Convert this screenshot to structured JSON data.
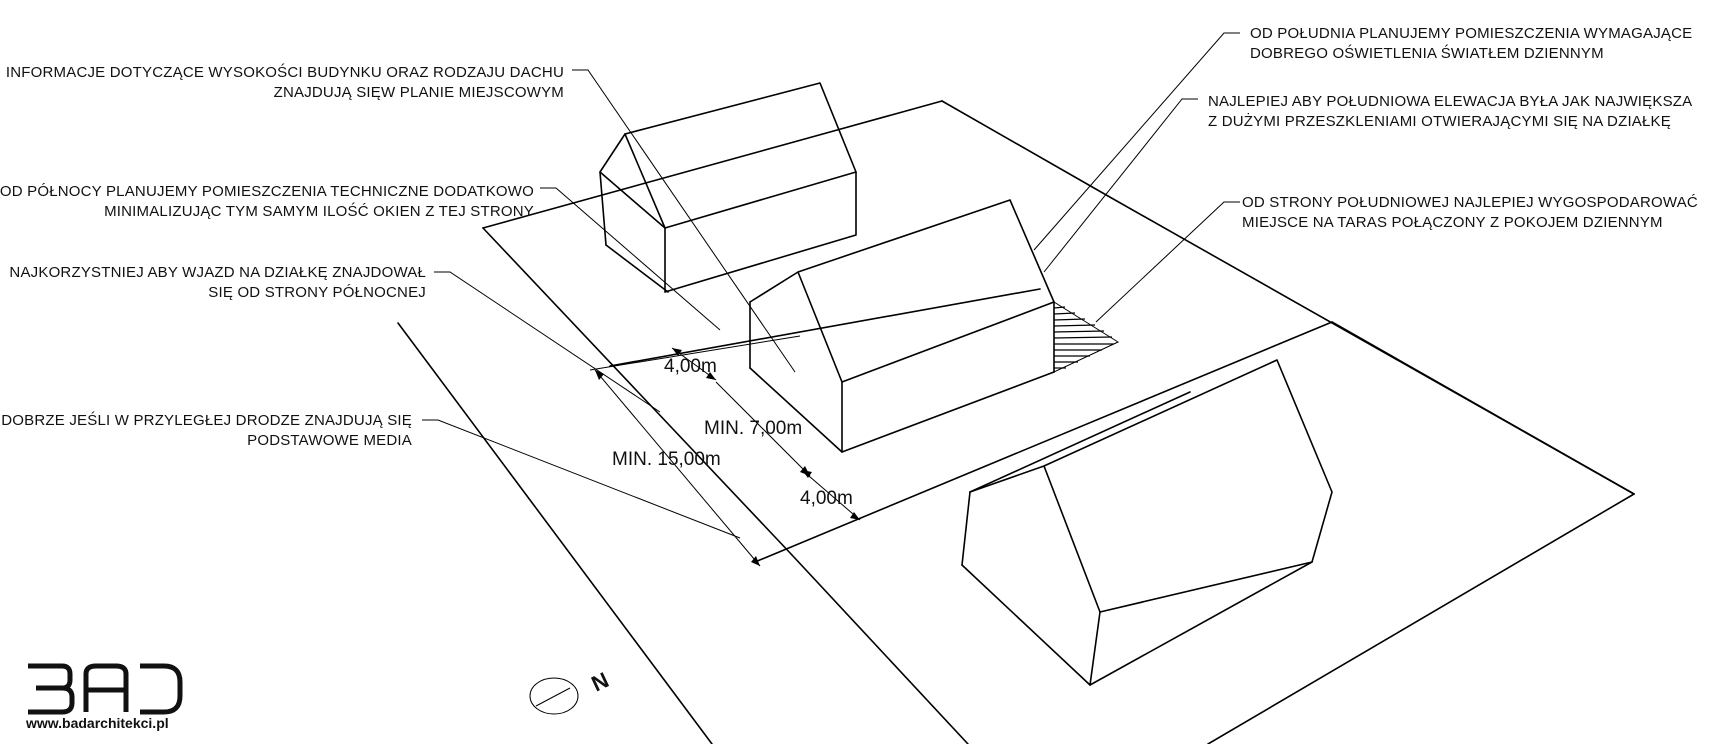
{
  "annotations": {
    "height_roof": [
      "INFORMACJE DOTYCZĄCE WYSOKOŚCI BUDYNKU ORAZ RODZAJU DACHU",
      "ZNAJDUJĄ SIĘW PLANIE MIEJSCOWYM"
    ],
    "north_rooms": [
      "OD PÓŁNOCY PLANUJEMY POMIESZCZENIA TECHNICZNE DODATKOWO",
      "MINIMALIZUJĄC TYM SAMYM ILOŚĆ OKIEN Z TEJ STRONY"
    ],
    "driveway": [
      "NAJKORZYSTNIEJ ABY WJAZD NA DZIAŁKĘ ZNAJDOWAŁ",
      "SIĘ OD STRONY PÓŁNOCNEJ"
    ],
    "utilities": [
      "DOBRZE JEŚLI W PRZYLEGŁEJ DRODZE ZNAJDUJĄ SIĘ",
      "PODSTAWOWE MEDIA"
    ],
    "south_rooms": [
      "OD POŁUDNIA PLANUJEMY POMIESZCZENIA WYMAGAJĄCE",
      "DOBREGO OŚWIETLENIA ŚWIATŁEM DZIENNYM"
    ],
    "south_elevation": [
      "NAJLEPIEJ ABY POŁUDNIOWA ELEWACJA BYŁA JAK NAJWIĘKSZA",
      "Z DUŻYMI PRZESZKLENIAMI OTWIERAJĄCYMI SIĘ NA DZIAŁKĘ"
    ],
    "terrace": [
      "OD STRONY POŁUDNIOWEJ NAJLEPIEJ WYGOSPODAROWAĆ",
      "MIEJSCE NA TARAS POŁĄCZONY Z POKOJEM DZIENNYM"
    ]
  },
  "dimensions": {
    "side_setback": "4,00m",
    "min_7": "MIN. 7,00m",
    "min_15": "MIN. 15,00m",
    "rear_setback": "4,00m"
  },
  "logo": {
    "mark": "BAD",
    "url": "www.badarchitekci.pl"
  },
  "compass": {
    "letter": "N"
  }
}
